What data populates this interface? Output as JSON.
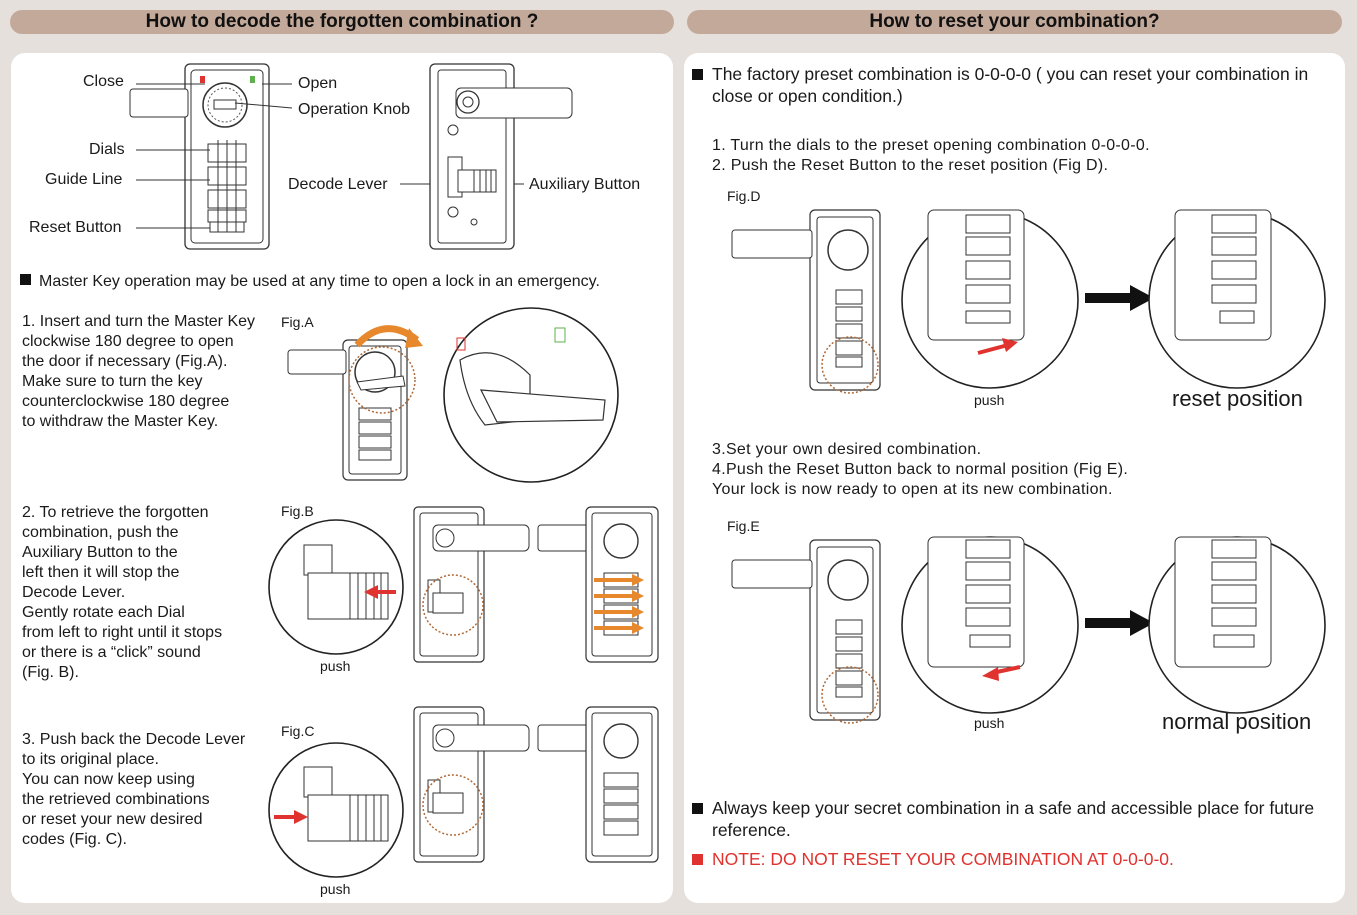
{
  "left": {
    "header": "How to decode the forgotten combination ?",
    "diagram_labels": {
      "close": "Close",
      "open": "Open",
      "operation_knob": "Operation Knob",
      "dials": "Dials",
      "guide_line": "Guide Line",
      "reset_button": "Reset Button",
      "decode_lever": "Decode Lever",
      "auxiliary_button": "Auxiliary Button"
    },
    "master_key_note": "Master Key operation may be used at any time to open a lock in an emergency.",
    "steps": [
      {
        "text": "1. Insert and turn the Master Key\n    clockwise 180 degree to open\n    the door if necessary (Fig.A).\n    Make sure to turn the key\n    counterclockwise 180 degree\n    to withdraw the Master Key.",
        "fig": "Fig.A"
      },
      {
        "text": "2. To retrieve the forgotten\n    combination, push the\n    Auxiliary Button to the\n    left then it will stop the\n    Decode Lever.\n    Gently rotate each Dial\n    from left to right until it stops\n    or there is a “click” sound\n    (Fig. B).",
        "fig": "Fig.B",
        "push": "push"
      },
      {
        "text": "3. Push back the Decode Lever\n    to its original place.\n    You can now keep using\n    the retrieved combinations\n    or reset your new desired\n    codes (Fig. C).",
        "fig": "Fig.C",
        "push": "push"
      }
    ]
  },
  "right": {
    "header": "How to reset your combination?",
    "intro": "The factory preset combination is 0-0-0-0 ( you can reset your combination in close or open condition.)",
    "steps_a": "1. Turn the dials to the preset opening combination 0-0-0-0.\n2. Push the Reset Button to the reset position (Fig D).",
    "fig_d": "Fig.D",
    "fig_d_push": "push",
    "fig_d_caption": "reset position",
    "steps_b": "3.Set your own desired combination.\n4.Push the Reset Button back to normal position (Fig E).\n   Your lock is now ready to open at its new combination.",
    "fig_e": "Fig.E",
    "fig_e_push": "push",
    "fig_e_caption": "normal position",
    "note_keep": "Always keep your secret combination in a safe and accessible place for future reference.",
    "note_warning": "NOTE: DO NOT RESET YOUR COMBINATION AT 0-0-0-0."
  },
  "colors": {
    "header_bg": "#c3a99a",
    "page_bg": "#e5e0dc",
    "arrow_orange": "#e8882c",
    "arrow_red": "#e0322e",
    "warning_red": "#e0322e"
  }
}
